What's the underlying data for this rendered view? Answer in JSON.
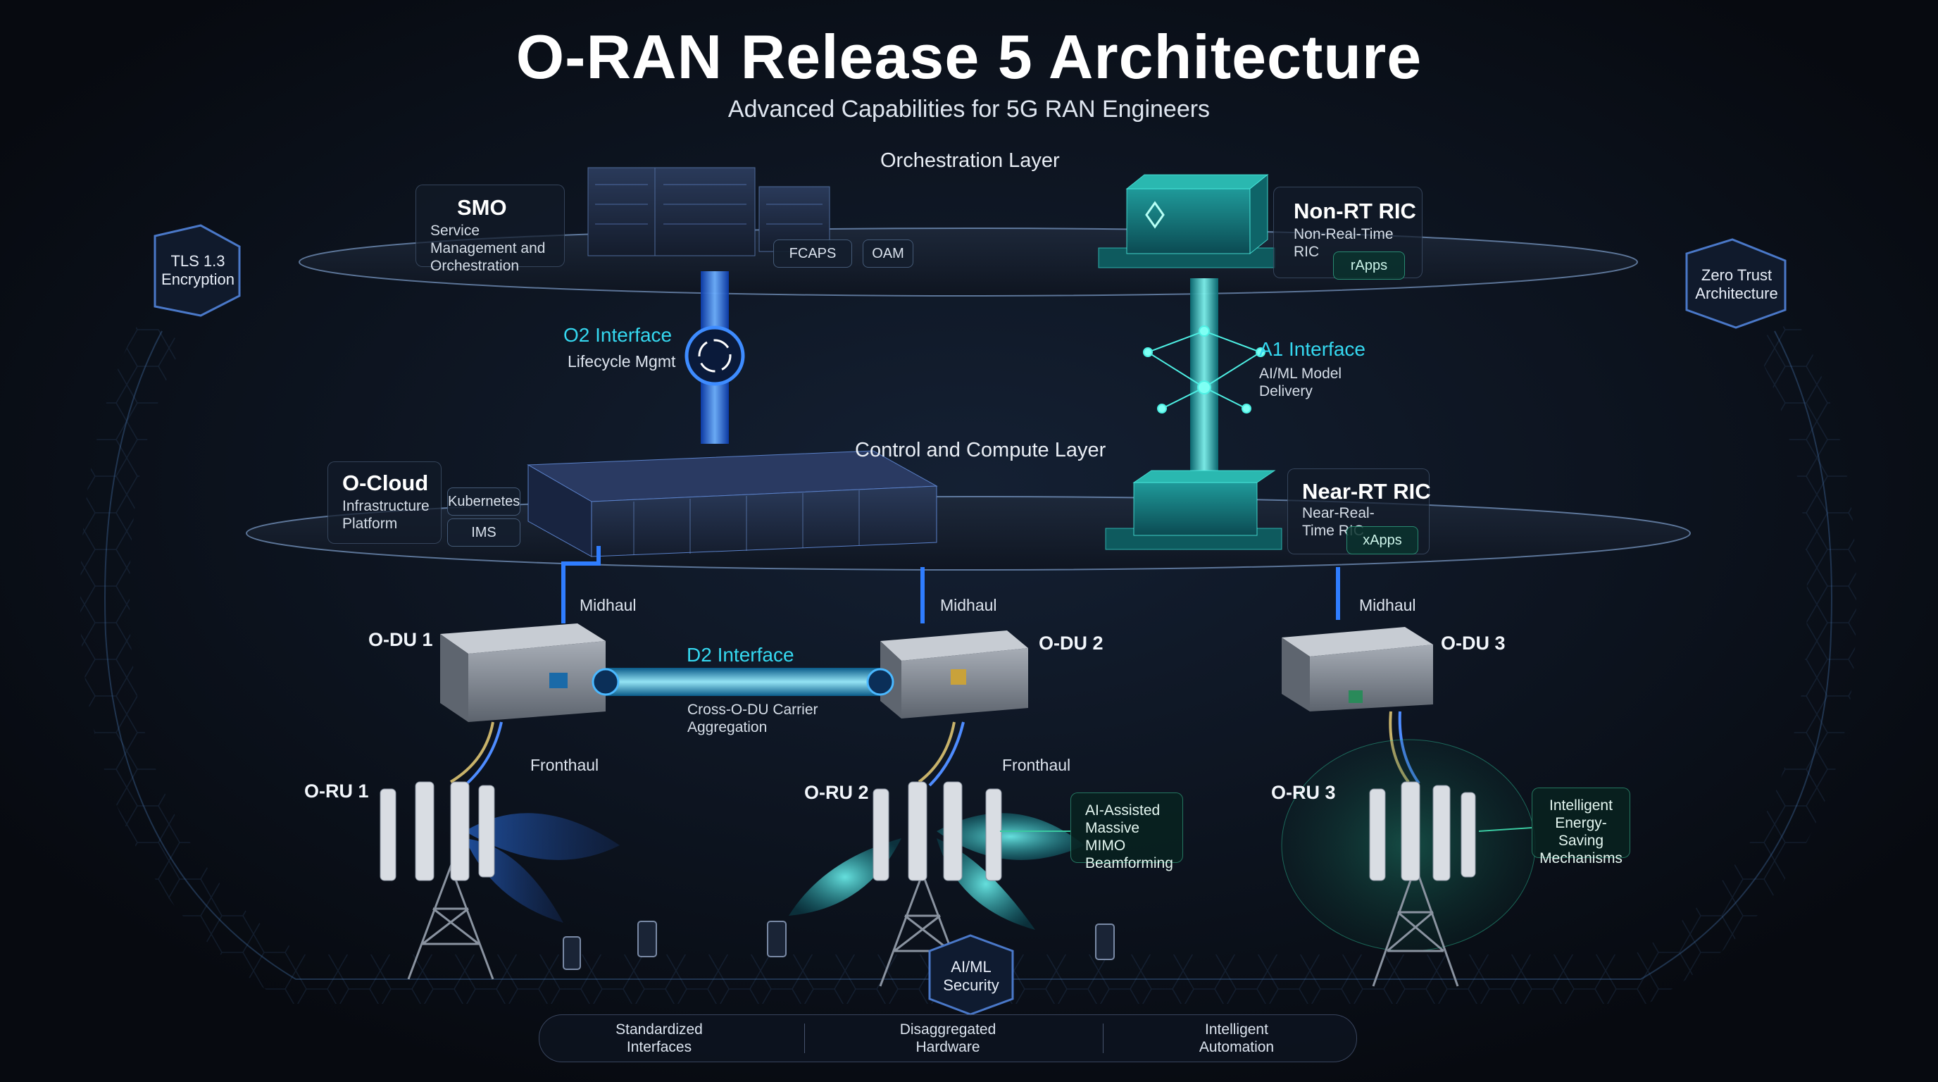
{
  "title": "O-RAN Release 5 Architecture",
  "subtitle": "Advanced Capabilities for 5G RAN Engineers",
  "layers": {
    "orchestration": "Orchestration Layer",
    "control_compute": "Control and Compute Layer"
  },
  "smo": {
    "name": "SMO",
    "desc": "Service Management and Orchestration",
    "tags": [
      "FCAPS",
      "OAM"
    ]
  },
  "non_rt_ric": {
    "name": "Non-RT RIC",
    "desc": "Non-Real-Time RIC",
    "tag": "rApps"
  },
  "near_rt_ric": {
    "name": "Near-RT RIC",
    "desc": "Near-Real-Time RIC",
    "tag": "xApps"
  },
  "o_cloud": {
    "name": "O-Cloud",
    "desc": "Infrastructure Platform",
    "tags": [
      "Kubernetes",
      "IMS"
    ]
  },
  "interfaces": {
    "o2": {
      "name": "O2 Interface",
      "desc": "Lifecycle Mgmt"
    },
    "a1": {
      "name": "A1 Interface",
      "desc": "AI/ML Model Delivery"
    },
    "d2": {
      "name": "D2 Interface",
      "desc": "Cross-O-DU Carrier Aggregation"
    }
  },
  "midhaul": [
    "Midhaul",
    "Midhaul",
    "Midhaul"
  ],
  "fronthaul": [
    "Fronthaul",
    "Fronthaul"
  ],
  "o_dus": [
    "O-DU 1",
    "O-DU 2",
    "O-DU 3"
  ],
  "o_rus": [
    "O-RU 1",
    "O-RU 2",
    "O-RU 3"
  ],
  "callouts": {
    "mimo": "AI-Assisted Massive MIMO Beamforming",
    "energy": "Intelligent Energy-Saving Mechanisms"
  },
  "badges": {
    "tls": "TLS 1.3 Encryption",
    "zero_trust": "Zero Trust Architecture",
    "aiml_security": "AI/ML Security"
  },
  "banner": [
    "Standardized Interfaces",
    "Disaggregated Hardware",
    "Intelligent Automation"
  ],
  "colors": {
    "background": "#0a0e16",
    "accent_blue": "#2f7dff",
    "accent_cyan": "#35d8f0",
    "accent_teal": "#2ec9b0"
  }
}
